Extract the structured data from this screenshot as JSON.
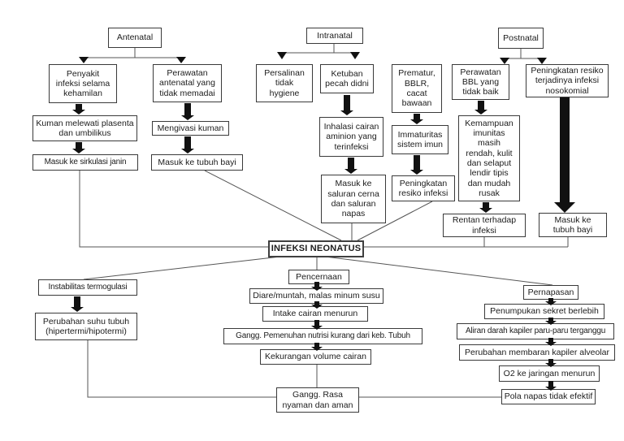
{
  "colors": {
    "background": "#ffffff",
    "box_border": "#3a3a3a",
    "text": "#1c1c1c",
    "connector_line": "#555555",
    "arrow_fill": "#111111"
  },
  "diagram": {
    "center_label": "INFEKSI NEONATUS",
    "nodes": {
      "antenatal": {
        "label": "Antenatal"
      },
      "intranatal": {
        "label": "Intranatal"
      },
      "postnatal": {
        "label": "Postnatal"
      },
      "penyakit_infeksi": {
        "label": "Penyakit\ninfeksi selama\nkehamilan"
      },
      "perawatan_antenatal": {
        "label": "Perawatan\nantenatal yang\ntidak memadai"
      },
      "persalinan": {
        "label": "Persalinan\ntidak\nhygiene"
      },
      "ketuban": {
        "label": "Ketuban\npecah didni"
      },
      "prematur": {
        "label": "Prematur,\nBBLR,\ncacat\nbawaan"
      },
      "perawatan_bbl": {
        "label": "Perawatan\nBBL yang\ntidak baik"
      },
      "nosokomial": {
        "label": "Peningkatan resiko\nterjadinya infeksi\nnosokomial"
      },
      "kuman_melewati": {
        "label": "Kuman melewati plasenta\ndan umbilikus"
      },
      "mengivasi": {
        "label": "Mengivasi kuman"
      },
      "inhalasi": {
        "label": "Inhalasi cairan\naminion yang\nterinfeksi"
      },
      "immaturitas": {
        "label": "Immaturitas\nsistem imun"
      },
      "kemampuan": {
        "label": "Kemampuan\nimunitas\nmasih\nrendah, kulit\ndan selaput\nlendir tipis\ndan mudah\nrusak"
      },
      "masuk_sirkulasi": {
        "label": "Masuk ke sirkulasi janin"
      },
      "masuk_tubuh_bayi_1": {
        "label": "Masuk ke tubuh bayi"
      },
      "masuk_saluran": {
        "label": "Masuk ke\nsaluran cerna\ndan saluran\nnapas"
      },
      "peningkatan_resiko": {
        "label": "Peningkatan\nresiko infeksi"
      },
      "rentan": {
        "label": "Rentan terhadap\ninfeksi"
      },
      "masuk_tubuh_bayi_2": {
        "label": "Masuk ke\ntubuh bayi"
      },
      "infeksi_neonatus": {
        "label": "INFEKSI NEONATUS"
      },
      "instabilitas": {
        "label": "Instabilitas termogulasi"
      },
      "perubahan_suhu": {
        "label": "Perubahan suhu tubuh\n(hipertermi/hipotermi)"
      },
      "pencernaan": {
        "label": "Pencernaan"
      },
      "diare": {
        "label": "Diare/muntah, malas minum susu"
      },
      "intake": {
        "label": "Intake cairan menurun"
      },
      "gangg_nutrisi": {
        "label": "Gangg. Pemenuhan nutrisi kurang dari keb. Tubuh"
      },
      "kekurangan": {
        "label": "Kekurangan volume cairan"
      },
      "gangg_rasa": {
        "label": "Gangg. Rasa\nnyaman dan aman"
      },
      "pernapasan": {
        "label": "Pernapasan"
      },
      "penumpukan": {
        "label": "Penumpukan sekret berlebih"
      },
      "aliran": {
        "label": "Aliran darah kapiler paru-paru terganggu"
      },
      "perubahan_membran": {
        "label": "Perubahan membaran kapiler alveolar"
      },
      "o2": {
        "label": "O2 ke jaringan menurun"
      },
      "pola_napas": {
        "label": "Pola napas tidak efektif"
      }
    }
  }
}
